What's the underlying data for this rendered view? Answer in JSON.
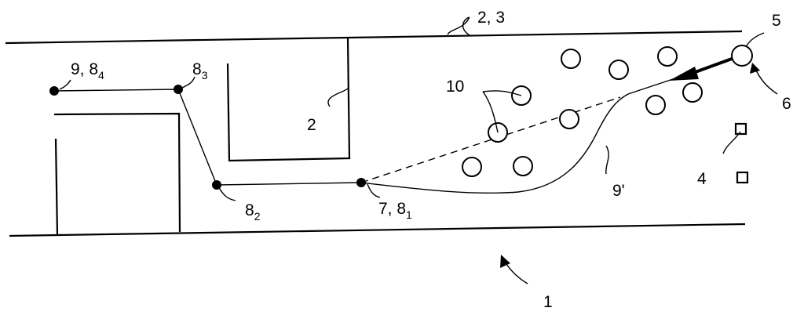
{
  "figure": {
    "labels": {
      "map": "1",
      "obstacle": "2",
      "boundary": "2, 3",
      "sensor": "4",
      "vehicle": "5",
      "heading": "6",
      "start": "7, 8",
      "start_sub": "1",
      "waypoint2": "8",
      "waypoint2_sub": "2",
      "waypoint3": "8",
      "waypoint3_sub": "3",
      "goal": "9, 8",
      "goal_sub": "4",
      "smoothed_path": "9'",
      "obstacles_points": "10"
    }
  }
}
